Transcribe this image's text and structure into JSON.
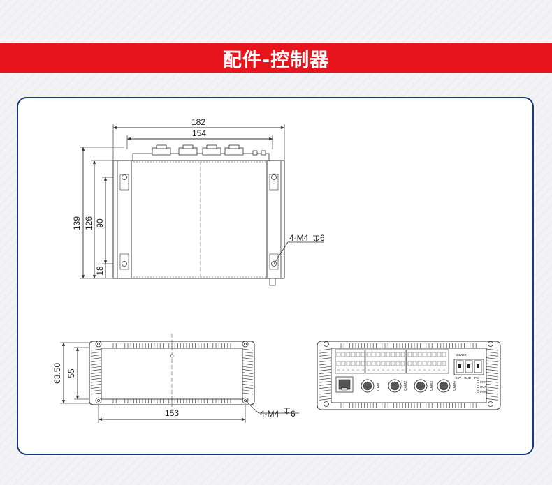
{
  "header": {
    "title": "配件-控制器"
  },
  "top_view": {
    "dim_overall_width": "182",
    "dim_inner_width": "154",
    "dim_overall_height": "139",
    "dim_inner_height": "126",
    "dim_hole_spacing": "90",
    "dim_hole_offset": "18",
    "hole_label": "4-M4",
    "hole_depth": "6"
  },
  "side_view": {
    "dim_total_height": "63.50",
    "dim_body_height": "55",
    "dim_hole_span": "153",
    "hole_label": "4-M4",
    "hole_depth": "6"
  },
  "front_view": {
    "voltage_label": "24VDC",
    "power_label": "24V",
    "ground_label": "GND",
    "pe_label": "PE",
    "cam_labels": [
      "CAM1",
      "CAM2",
      "CAM3",
      "CAM4"
    ],
    "status_leds": [
      "ERR",
      "RUN",
      "PWR"
    ]
  },
  "colors": {
    "banner": "#e8141b",
    "panel_border": "#1b3a82",
    "line": "#333333"
  }
}
